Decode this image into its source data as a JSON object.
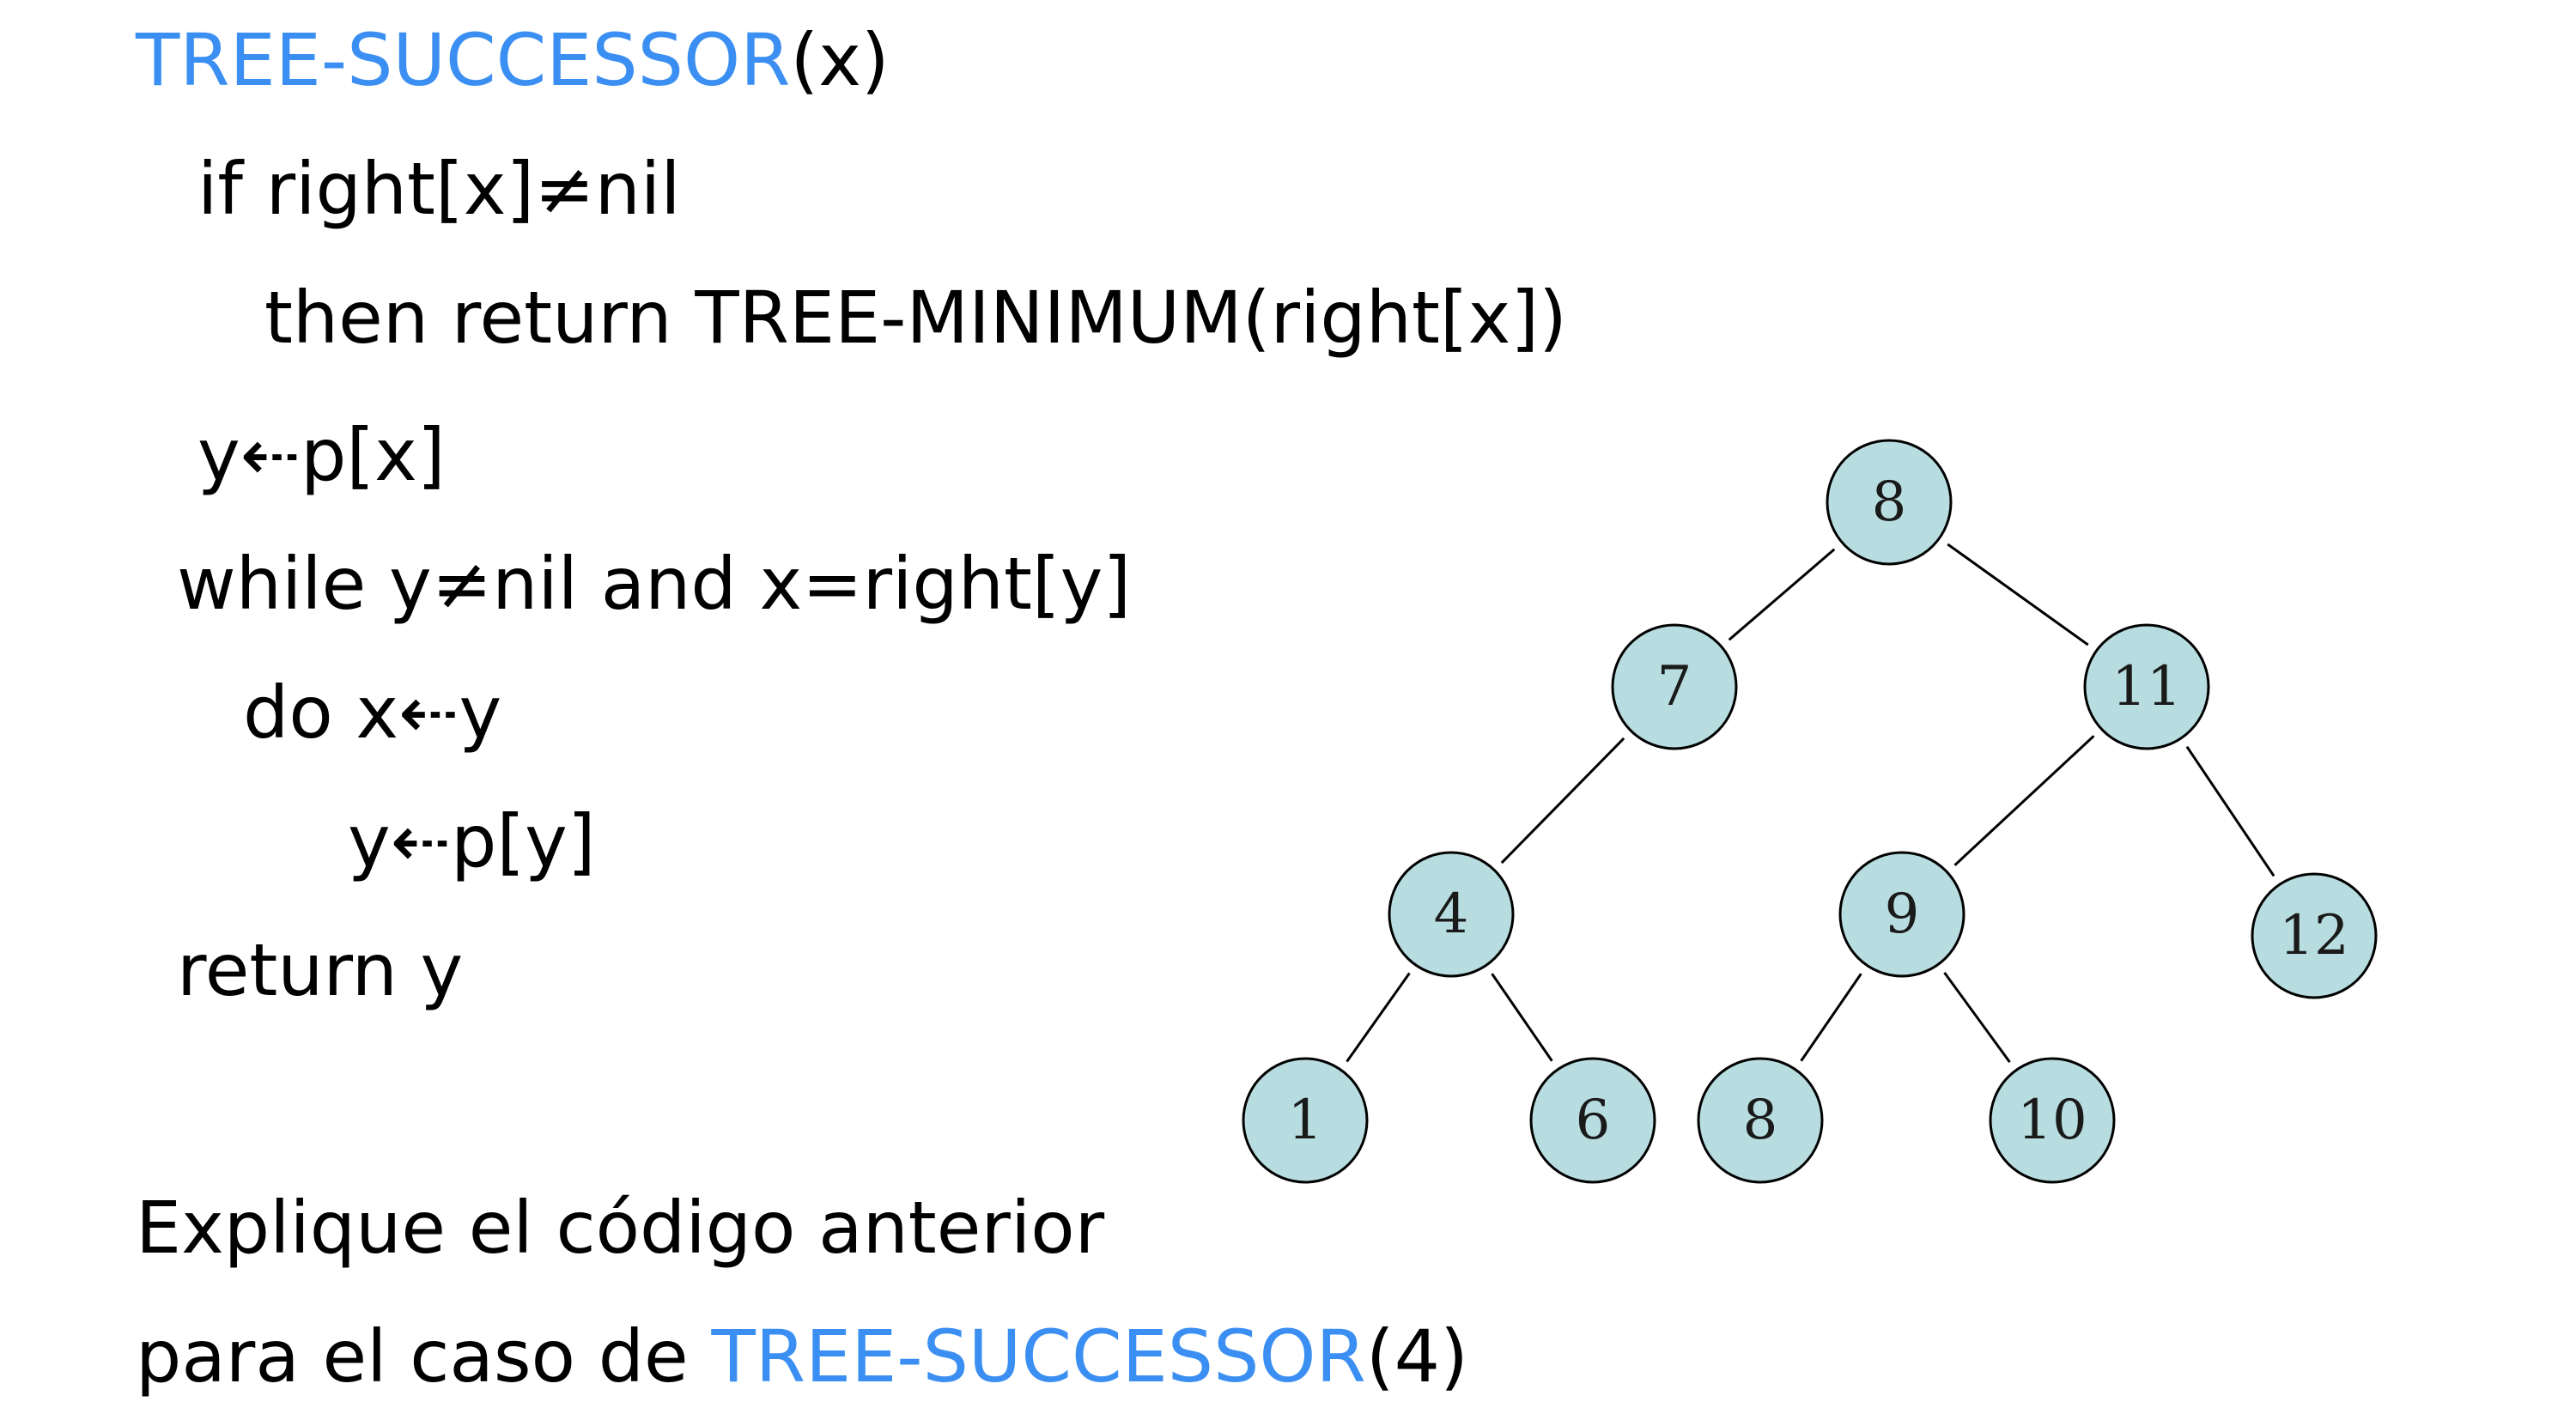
{
  "pseudocode": {
    "header": {
      "name": "TREE-SUCCESSOR",
      "args": "(x)"
    },
    "lines": [
      "if right[x]≠nil",
      "then return TREE-MINIMUM(right[x])",
      "y⇠p[x]",
      "while y≠nil and x=right[y]",
      "do x⇠y",
      "y⇠p[y]",
      "return y"
    ]
  },
  "question": {
    "line1": "Explique el código anterior",
    "line2_prefix": "para el caso de ",
    "line2_name": "TREE-SUCCESSOR",
    "line2_args": "(4)"
  },
  "tree": {
    "nodes": [
      {
        "id": "n8",
        "label": "8"
      },
      {
        "id": "n7",
        "label": "7"
      },
      {
        "id": "n11",
        "label": "11"
      },
      {
        "id": "n4",
        "label": "4"
      },
      {
        "id": "n9",
        "label": "9"
      },
      {
        "id": "n12",
        "label": "12"
      },
      {
        "id": "n1",
        "label": "1"
      },
      {
        "id": "n6",
        "label": "6"
      },
      {
        "id": "n8b",
        "label": "8"
      },
      {
        "id": "n10",
        "label": "10"
      }
    ],
    "edges": [
      [
        "n8",
        "n7"
      ],
      [
        "n8",
        "n11"
      ],
      [
        "n7",
        "n4"
      ],
      [
        "n11",
        "n9"
      ],
      [
        "n11",
        "n12"
      ],
      [
        "n4",
        "n1"
      ],
      [
        "n4",
        "n6"
      ],
      [
        "n9",
        "n8b"
      ],
      [
        "n9",
        "n10"
      ]
    ]
  },
  "colors": {
    "keyword": "#3b8ff2",
    "node_fill": "#b8dde0"
  }
}
